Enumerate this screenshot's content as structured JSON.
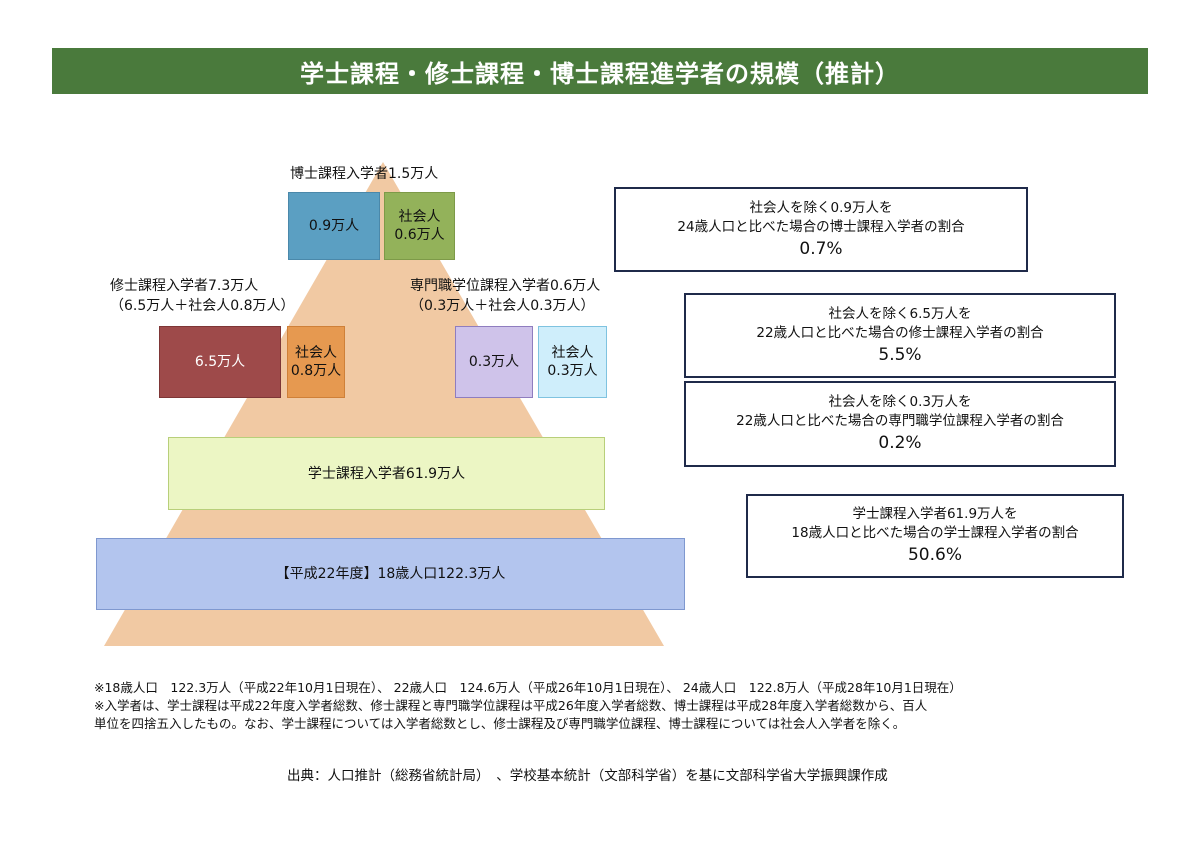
{
  "title": "学士課程・修士課程・博士課程進学者の規模（推計）",
  "colors": {
    "title_bar": "#4a7a3c",
    "pyramid": "#f1c9a3",
    "doctor_main": "#5b9fc2",
    "doctor_social": "#93b25a",
    "master_main": "#9e4a4a",
    "master_social": "#e69950",
    "prof_main": "#cfc3ea",
    "prof_social": "#cfeefb",
    "bachelor": "#ecf6c4",
    "population": "#b3c5ee",
    "info_border": "#1f2a4a"
  },
  "doctor": {
    "label": "博士課程入学者1.5万人",
    "main": "0.9万人",
    "social_line1": "社会人",
    "social_line2": "0.6万人"
  },
  "master": {
    "label_line1": "修士課程入学者7.3万人",
    "label_line2": "（6.5万人＋社会人0.8万人）",
    "main": "6.5万人",
    "social_line1": "社会人",
    "social_line2": "0.8万人"
  },
  "professional": {
    "label_line1": "専門職学位課程入学者0.6万人",
    "label_line2": "（0.3万人＋社会人0.3万人）",
    "main": "0.3万人",
    "social_line1": "社会人",
    "social_line2": "0.3万人"
  },
  "bachelor": {
    "label": "学士課程入学者61.9万人"
  },
  "population": {
    "label": "【平成22年度】18歳人口122.3万人"
  },
  "info_boxes": [
    {
      "line1": "社会人を除く0.9万人を",
      "line2": "24歳人口と比べた場合の博士課程入学者の割合",
      "pct": "0.7%"
    },
    {
      "line1": "社会人を除く6.5万人を",
      "line2": "22歳人口と比べた場合の修士課程入学者の割合",
      "pct": "5.5%"
    },
    {
      "line1": "社会人を除く0.3万人を",
      "line2": "22歳人口と比べた場合の専門職学位課程入学者の割合",
      "pct": "0.2%"
    },
    {
      "line1": "学士課程入学者61.9万人を",
      "line2": "18歳人口と比べた場合の学士課程入学者の割合",
      "pct": "50.6%"
    }
  ],
  "notes": [
    "※18歳人口　122.3万人（平成22年10月1日現在）、 22歳人口　124.6万人（平成26年10月1日現在）、 24歳人口　122.8万人（平成28年10月1日現在）",
    "※入学者は、学士課程は平成22年度入学者総数、修士課程と専門職学位課程は平成26年度入学者総数、博士課程は平成28年度入学者総数から、百人",
    "単位を四捨五入したもの。なお、学士課程については入学者総数とし、修士課程及び専門職学位課程、博士課程については社会人入学者を除く。"
  ],
  "source": "出典：人口推計（総務省統計局）　、学校基本統計（文部科学省）を基に文部科学省大学振興課作成"
}
